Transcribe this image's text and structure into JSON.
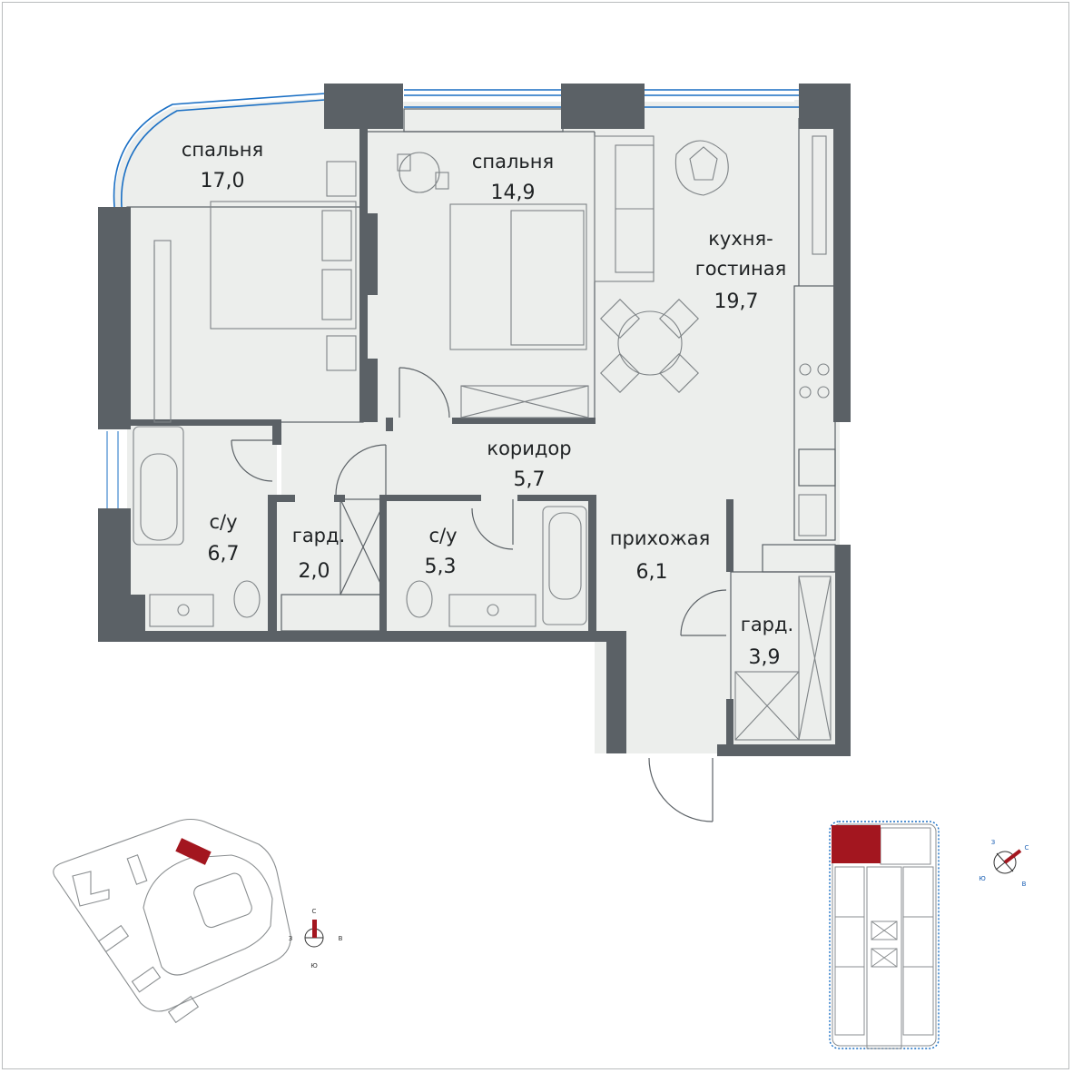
{
  "rooms": [
    {
      "id": "bedroom1",
      "name": "спальня",
      "area": "17,0"
    },
    {
      "id": "bedroom2",
      "name": "спальня",
      "area": "14,9"
    },
    {
      "id": "kitchen",
      "name_line1": "кухня-",
      "name_line2": "гостиная",
      "area": "19,7"
    },
    {
      "id": "corridor",
      "name": "коридор",
      "area": "5,7"
    },
    {
      "id": "bath1",
      "name": "с/у",
      "area": "6,7"
    },
    {
      "id": "wardrobe1",
      "name": "гард.",
      "area": "2,0"
    },
    {
      "id": "bath2",
      "name": "с/у",
      "area": "5,3"
    },
    {
      "id": "hall",
      "name": "прихожая",
      "area": "6,1"
    },
    {
      "id": "wardrobe2",
      "name": "гард.",
      "area": "3,9"
    }
  ],
  "compass_site": {
    "n": "С",
    "s": "Ю",
    "w": "З",
    "e": "В"
  },
  "compass_floor": {
    "n": "С",
    "s": "Ю",
    "w": "З",
    "e": "В"
  },
  "colors": {
    "wall": "#5b6166",
    "floor": "#eceeec",
    "glazing": "#1a6fc4",
    "highlight": "#a3161f",
    "line": "#8a8e90"
  }
}
